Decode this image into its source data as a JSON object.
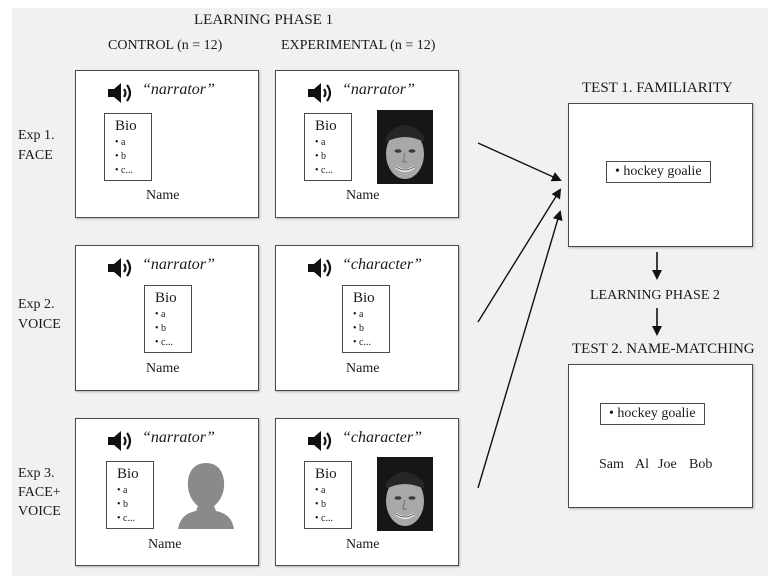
{
  "phase1": {
    "title": "LEARNING PHASE 1",
    "control_header": "CONTROL (n = 12)",
    "experimental_header": "EXPERIMENTAL (n = 12)"
  },
  "experiments": [
    {
      "label_line1": "Exp 1.",
      "label_line2": "FACE"
    },
    {
      "label_line1": "Exp 2.",
      "label_line2": "VOICE"
    },
    {
      "label_line1": "Exp 3.",
      "label_line2": "FACE+",
      "label_line3": "VOICE"
    }
  ],
  "cards": {
    "e1_control": {
      "role": "“narrator”",
      "name": "Name"
    },
    "e1_experimental": {
      "role": "“narrator”",
      "name": "Name"
    },
    "e2_control": {
      "role": "“narrator”",
      "name": "Name"
    },
    "e2_experimental": {
      "role": "“character”",
      "name": "Name"
    },
    "e3_control": {
      "role": "“narrator”",
      "name": "Name"
    },
    "e3_experimental": {
      "role": "“character”",
      "name": "Name"
    }
  },
  "bio": {
    "title": "Bio",
    "items": [
      "• a",
      "• b",
      "• c..."
    ]
  },
  "test1": {
    "title": "TEST 1. FAMILIARITY",
    "tag": "• hockey goalie"
  },
  "phase2": {
    "title": "LEARNING PHASE 2"
  },
  "test2": {
    "title": "TEST 2. NAME-MATCHING",
    "tag": "• hockey goalie",
    "names": [
      "Sam",
      "Al",
      "Joe",
      "Bob"
    ]
  },
  "icons": {
    "speaker": "speaker-icon",
    "face_photo": "face-photo",
    "silhouette": "person-silhouette-icon",
    "arrow": "arrow-icon"
  }
}
